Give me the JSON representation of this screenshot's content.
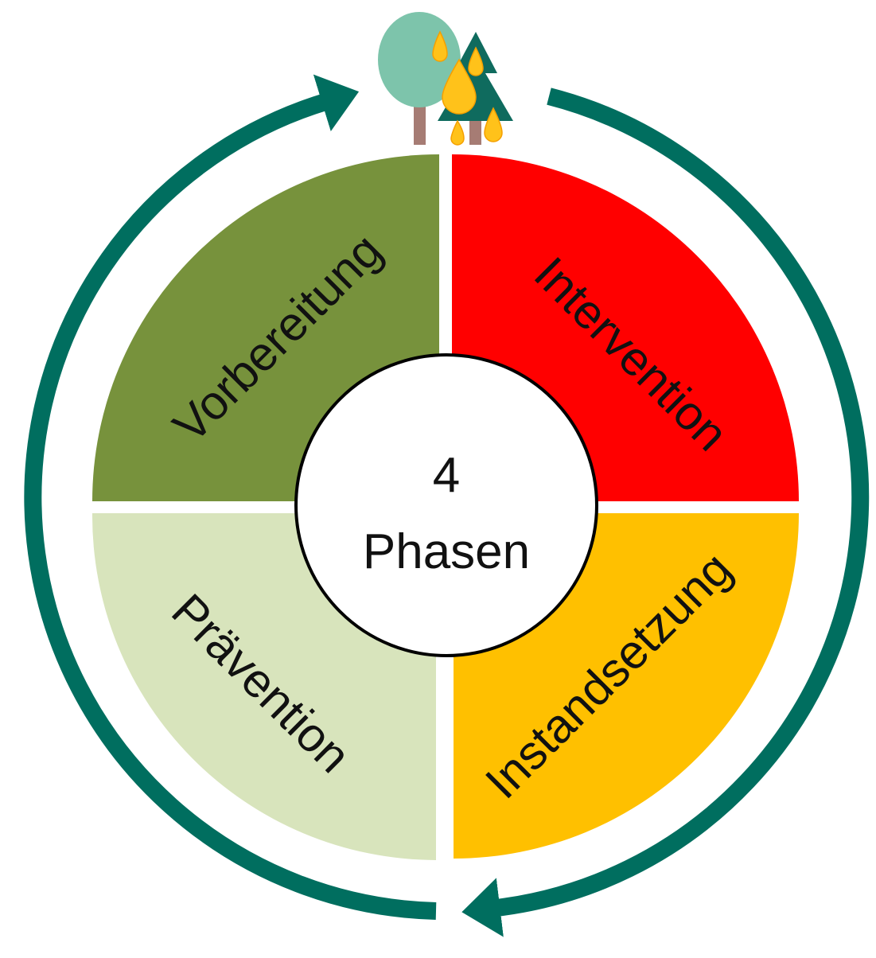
{
  "center": {
    "number": "4",
    "label": "Phasen"
  },
  "phases": [
    {
      "name": "Vorbereitung",
      "color": "#77923c"
    },
    {
      "name": "Intervention",
      "color": "#ff0000"
    },
    {
      "name": "Instandsetzung",
      "color": "#ffc000"
    },
    {
      "name": "Prävention",
      "color": "#d8e4bc"
    }
  ],
  "cycle_arrow_color": "#006e5f",
  "icon": "forest-fire-icon"
}
